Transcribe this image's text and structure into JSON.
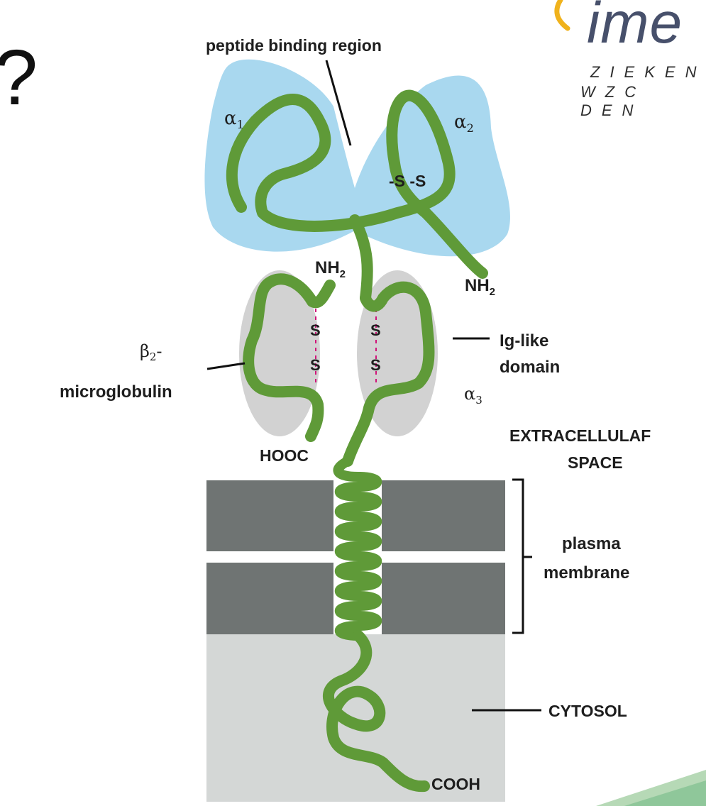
{
  "slide": {
    "question_mark": "?"
  },
  "logo": {
    "word": "ime",
    "line1": "ZIEKEN",
    "line2": "WZC DEN"
  },
  "labels": {
    "peptide_binding_region": "peptide binding region",
    "alpha1": "α",
    "alpha1_sub": "1",
    "alpha2": "α",
    "alpha2_sub": "2",
    "alpha3": "α",
    "alpha3_sub": "3",
    "ss_top": "-S -S",
    "nh2_left": "NH",
    "nh2_left_sub": "2",
    "nh2_right": "NH",
    "nh2_right_sub": "2",
    "s_mark": "S",
    "beta2_line1": "β",
    "beta2_line1_sub": "2",
    "beta2_line1_tail": "-",
    "beta2_line2": "microglobulin",
    "ig_line1": "Ig-like",
    "ig_line2": "domain",
    "extracellular_line1": "EXTRACELLULAF",
    "extracellular_line2": "SPACE",
    "hooc": "HOOC",
    "plasma_line1": "plasma",
    "plasma_line2": "membrane",
    "cytosol": "CYTOSOL",
    "cooh": "COOH"
  },
  "colors": {
    "protein": "#5f9a38",
    "protein_dark": "#3f6e22",
    "binding_region": "#a9d8ef",
    "ig_domain": "#d2d2d2",
    "membrane": "#6f7473",
    "cytosol": "#d4d7d6",
    "disulfide": "#d1147a"
  }
}
